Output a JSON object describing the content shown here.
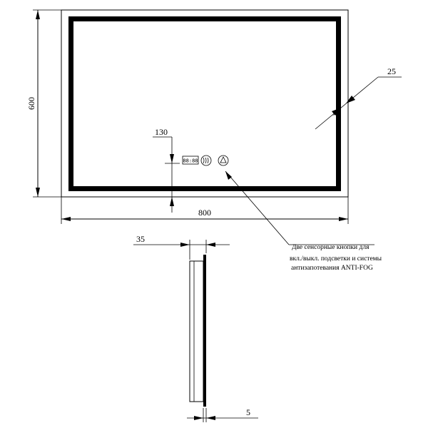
{
  "dimensions": {
    "height": "600",
    "width": "800",
    "frame_width": "25",
    "button_offset": "130",
    "depth": "35",
    "glass": "5"
  },
  "note": {
    "line1": "Две сенсорные кнопки для",
    "line2": "вкл./выкл. подсветки и системы",
    "line3": "антизапотевания ANTI-FOG"
  },
  "buttons": {
    "display": "88:88"
  }
}
